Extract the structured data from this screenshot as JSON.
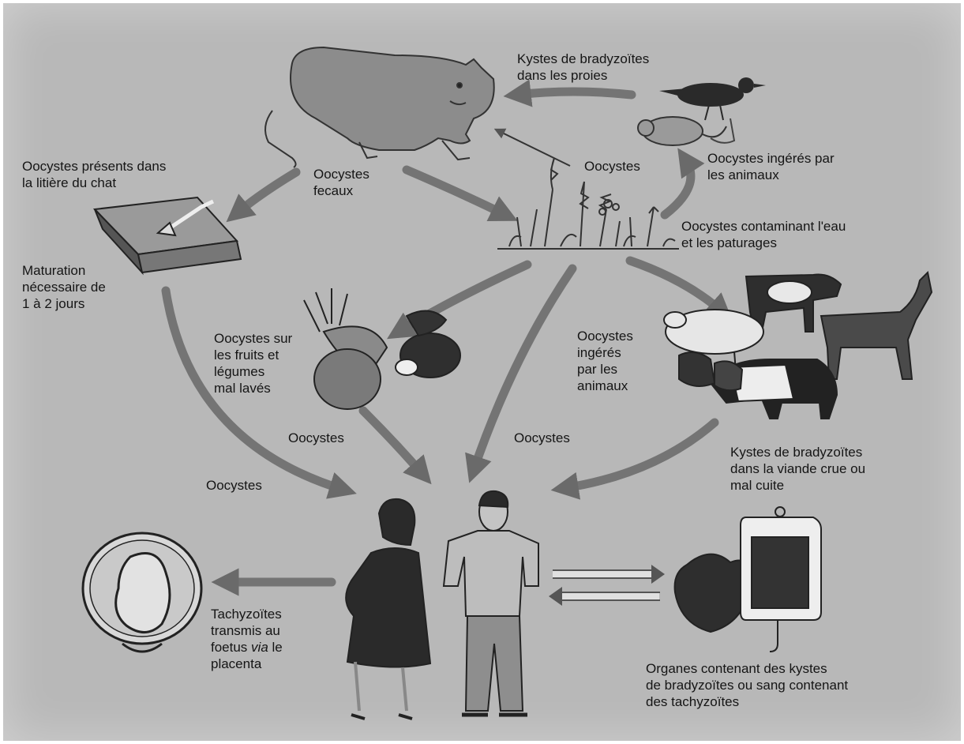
{
  "labels": {
    "prey_cysts": "Kystes de bradyzoïtes\ndans les proies",
    "oocysts_litter": "Oocystes présents dans\nla litière du chat",
    "oocysts_fecal": "Oocystes\nfecaux",
    "oocysts_top": "Oocystes",
    "oocysts_ingested_top": "Oocystes ingérés par\nles animaux",
    "oocysts_water": "Oocystes contaminant l'eau\net les paturages",
    "maturation": "Maturation\nnécessaire de\n1 à 2 jours",
    "oocysts_fruits": "Oocystes sur\nles fruits et\nlégumes\nmal lavés",
    "oocysts_ingested_mid": "Oocystes\ningérés\npar les\nanimaux",
    "oocysts_left": "Oocystes",
    "oocysts_center_left": "Oocystes",
    "oocysts_center_right": "Oocystes",
    "meat_cysts": "Kystes de bradyzoïtes\ndans la viande crue ou\nmal cuite",
    "tachy_l1": "Tachyzoïtes",
    "tachy_l2": "transmis au",
    "tachy_l3_a": "foetus ",
    "tachy_l3_b": "via",
    "tachy_l3_c": " le",
    "tachy_l4": "placenta",
    "organs": "Organes contenant des kystes\nde bradyzoïtes ou sang contenant\ndes tachyzoïtes"
  },
  "icons": [
    "cat-icon",
    "bird-icon",
    "mouse-icon",
    "litter-box-icon",
    "plants-icon",
    "vegetables-icon",
    "livestock-icon",
    "pregnant-woman-icon",
    "man-icon",
    "fetus-icon",
    "heart-organ-icon",
    "blood-bag-icon"
  ],
  "colors": {
    "background": "#b8b8b8",
    "arrow": "#6e6e6e",
    "ink": "#151515"
  }
}
